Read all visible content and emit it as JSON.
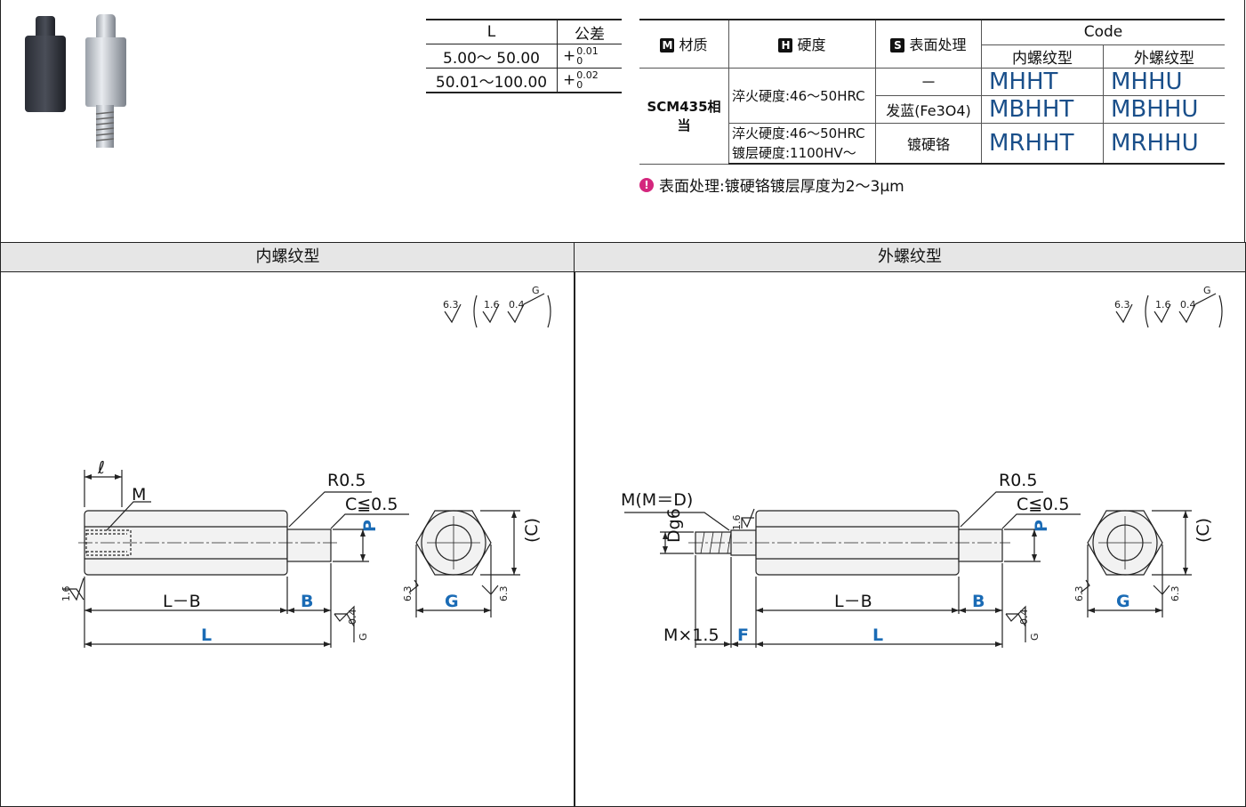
{
  "tolerance_table": {
    "header_L": "L",
    "header_tol": "公差",
    "rows": [
      {
        "range": "5.00～ 50.00",
        "plus": "+",
        "upper": "0.01",
        "lower": "0"
      },
      {
        "range": "50.01～100.00",
        "plus": "+",
        "upper": "0.02",
        "lower": "0"
      }
    ]
  },
  "material_table": {
    "h_material_badge": "M",
    "h_material": "材质",
    "h_hardness_badge": "H",
    "h_hardness": "硬度",
    "h_surface_badge": "S",
    "h_surface": "表面处理",
    "h_code": "Code",
    "h_internal": "内螺纹型",
    "h_external": "外螺纹型",
    "material": "SCM435相当",
    "hardness1": "淬火硬度:46～50HRC",
    "hardness2a": "淬火硬度:46～50HRC",
    "hardness2b": "镀层硬度:1100HV～",
    "rows": [
      {
        "surface": "－",
        "internal": "MHHT",
        "external": "MHHU"
      },
      {
        "surface": "发蓝(Fe3O4)",
        "internal": "MBHHT",
        "external": "MBHHU"
      },
      {
        "surface": "镀硬铬",
        "internal": "MRHHT",
        "external": "MRHHU"
      }
    ]
  },
  "note": {
    "icon": "exclamation-icon",
    "text": "表面处理:镀硬铬镀层厚度为2～3μm"
  },
  "sections": {
    "internal_title": "内螺纹型",
    "external_title": "外螺纹型"
  },
  "roughness": {
    "r1": "6.3",
    "r2": "1.6",
    "r3": "0.4",
    "g": "G"
  },
  "drawing": {
    "ell": "ℓ",
    "M": "M",
    "M_eq_D": "M(M＝D)",
    "R": "R0.5",
    "C": "C≦0.5",
    "P": "P",
    "LB": "L－B",
    "B": "B",
    "L": "L",
    "G": "G",
    "Cparen": "(C)",
    "Dg6": "Dg6",
    "MX": "M×1.5",
    "F": "F",
    "r16": "1.6",
    "r63": "6.3",
    "r04": "0.4"
  },
  "colors": {
    "code_blue": "#1a4f8a",
    "dim_blue": "#1a6bb5",
    "note_icon": "#d4267d"
  }
}
